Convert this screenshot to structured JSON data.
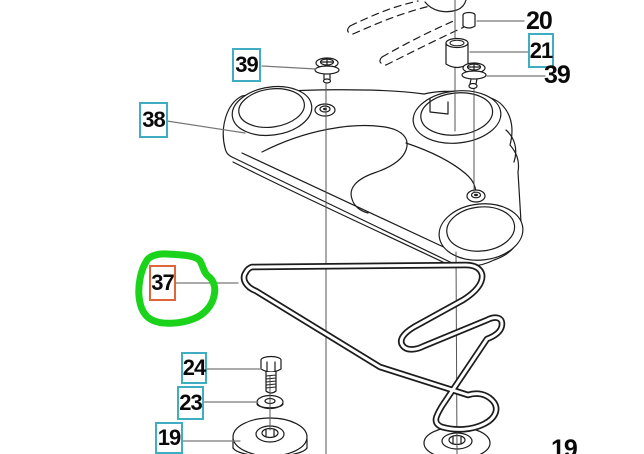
{
  "colors": {
    "background": "#ffffff",
    "line": "#1c1c1c",
    "leader": "#777777",
    "teal-box": "#3fadc2",
    "orange-box": "#e0653a",
    "highlight-green": "#1cd31c",
    "label-text": "#0a0a0a"
  },
  "callouts": {
    "c20": {
      "label": "20",
      "boxed": false
    },
    "c21": {
      "label": "21",
      "boxed": true,
      "box_style": "teal"
    },
    "c39_right": {
      "label": "39",
      "boxed": false
    },
    "c39_left": {
      "label": "39",
      "boxed": true,
      "box_style": "teal"
    },
    "c38": {
      "label": "38",
      "boxed": true,
      "box_style": "teal"
    },
    "c37": {
      "label": "37",
      "boxed": true,
      "box_style": "orange",
      "highlight": "green-circle"
    },
    "c24": {
      "label": "24",
      "boxed": true,
      "box_style": "teal"
    },
    "c23": {
      "label": "23",
      "boxed": true,
      "box_style": "teal"
    },
    "c19_left": {
      "label": "19",
      "boxed": true,
      "box_style": "teal"
    },
    "c19_bottom": {
      "label": "19",
      "boxed": false
    }
  }
}
